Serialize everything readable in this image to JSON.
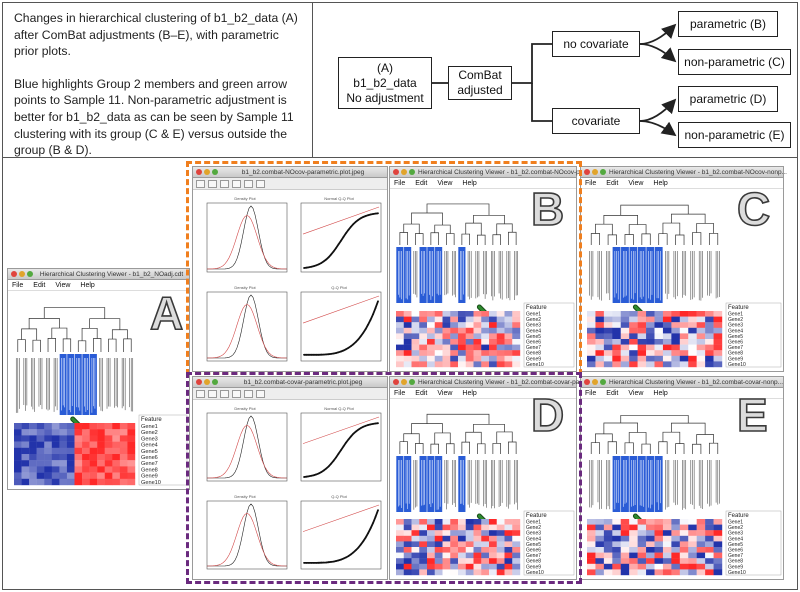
{
  "caption": {
    "line1": "Changes in hierarchical clustering of b1_b2_data (A) after ComBat adjustments (B–E), with parametric prior plots.",
    "line2": "Blue highlights Group 2 members and green arrow points to Sample 11. Non-parametric adjustment is better for b1_b2_data as can be seen by Sample 11 clustering with its group (C & E) versus outside the group (B & D)."
  },
  "flow": {
    "start_line1": "(A)",
    "start_line2": "b1_b2_data",
    "start_line3": "No adjustment",
    "combat_line1": "ComBat",
    "combat_line2": "adjusted",
    "no_covariate": "no covariate",
    "covariate": "covariate",
    "param_b": "parametric (B)",
    "nonparam_c": "non-parametric (C)",
    "param_d": "parametric (D)",
    "nonparam_e": "non-parametric (E)"
  },
  "windows": {
    "a_title": "Hierarchical Clustering Viewer - b1_b2_NOadj.cdt",
    "b_title": "Hierarchical Clustering Viewer - b1_b2.combat-NOcov-par...",
    "c_title": "Hierarchical Clustering Viewer - b1_b2.combat-NOcov-nonp...",
    "d_title": "Hierarchical Clustering Viewer - b1_b2.combat-covar-par...",
    "e_title": "Hierarchical Clustering Viewer - b1_b2.combat-covar-nonp...",
    "plot_nocov_title": "b1_b2.combat-NOcov-parametric.plot.jpeg",
    "plot_covar_title": "b1_b2.combat-covar-parametric.plot.jpeg",
    "menu": [
      "File",
      "Edit",
      "View",
      "Help"
    ],
    "feature_label": "Feature",
    "genes": [
      "Gene1",
      "Gene2",
      "Gene3",
      "Gene4",
      "Gene5",
      "Gene6",
      "Gene7",
      "Gene8",
      "Gene9",
      "Gene10"
    ],
    "plot_labels": {
      "density": "Density Plot",
      "qq": "Normal Q-Q Plot",
      "invgamma": "Density Plot",
      "bqq": "Q-Q Plot"
    }
  },
  "letters": {
    "a": "A",
    "b": "B",
    "c": "C",
    "d": "D",
    "e": "E"
  },
  "colors": {
    "highlight_blue": "#2a5cd6",
    "arrow_green": "#2e8b2e",
    "orange_dash": "#f07f1e",
    "purple_dash": "#6a2a7e",
    "heat_red": "#d82828",
    "heat_blue": "#2233aa"
  }
}
